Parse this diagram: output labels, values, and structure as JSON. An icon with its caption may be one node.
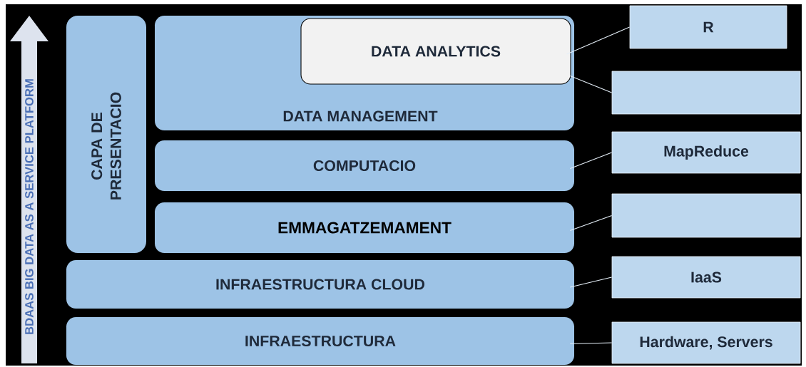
{
  "diagram": {
    "nodes": [
      {
        "text": [
          "BDAAS BIG DATA AS A SERVICE PLATFORM"
        ]
      },
      {
        "text": [
          "CAPA DE PRESENTACIO"
        ]
      },
      {
        "text": [
          "DATA MANAGEMENT"
        ]
      },
      {
        "text": [
          "DATA ANALYTICS"
        ],
        "in": 2
      },
      {
        "text": [
          "COMPUTACIO"
        ]
      },
      {
        "text": [
          "EMMAGATZEMAMENT"
        ]
      },
      {
        "text": [
          "INFRAESTRUCTURA CLOUD"
        ]
      },
      {
        "text": [
          "INFRAESTRUCTURA"
        ]
      },
      {
        "text": [
          "R"
        ]
      },
      {
        "text": [],
        "shape": "box"
      },
      {
        "text": [
          "MapReduce"
        ]
      },
      {
        "text": [],
        "shape": "box"
      },
      {
        "text": [
          "IaaS"
        ]
      },
      {
        "text": [
          "Hardware, Servers"
        ]
      }
    ],
    "edges": [
      {
        "from": 8,
        "to": 3,
        "arrow": "none"
      },
      {
        "from": 9,
        "to": 2,
        "arrow": "none"
      },
      {
        "from": 10,
        "to": 4,
        "arrow": "none"
      },
      {
        "from": 11,
        "to": 5,
        "arrow": "none"
      },
      {
        "from": 12,
        "to": 6,
        "arrow": "none"
      },
      {
        "from": 13,
        "to": 7,
        "arrow": "none"
      }
    ]
  }
}
